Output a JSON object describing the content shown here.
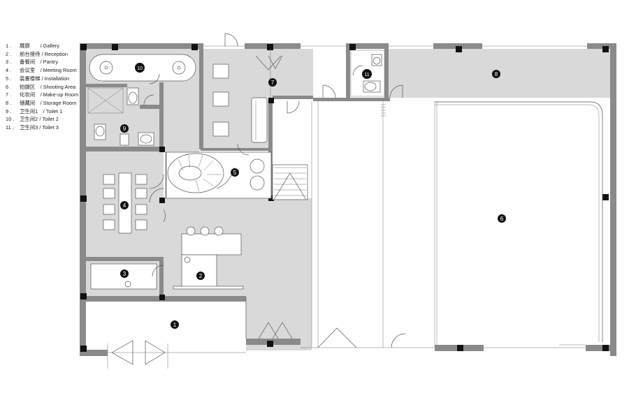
{
  "legend": [
    {
      "num": "1 .",
      "text": "展廊　　/ Gallery"
    },
    {
      "num": "2 .",
      "text": "前台接待 / Reception"
    },
    {
      "num": "3 .",
      "text": "备餐间　/ Pantry"
    },
    {
      "num": "4 .",
      "text": "会议室　/ Meeting Room"
    },
    {
      "num": "5 .",
      "text": "装置楼梯 / Installation"
    },
    {
      "num": "6 .",
      "text": "拍摄区　/ Shooting Area"
    },
    {
      "num": "7 .",
      "text": "化妆间　/ Make-up Room"
    },
    {
      "num": "8 .",
      "text": "储藏间　/ Storage Room"
    },
    {
      "num": "9 .",
      "text": "卫生间1　/ Toilet 1"
    },
    {
      "num": "10 .",
      "text": "卫生间2 / Toilet 2"
    },
    {
      "num": "11 .",
      "text": "卫生间3 / Toilet 3"
    }
  ],
  "markers": [
    "1",
    "2",
    "3",
    "4",
    "5",
    "6",
    "7",
    "8",
    "9",
    "10",
    "11"
  ],
  "colors": {
    "wall": "#8a8a8a",
    "floor": "#d9d9d9",
    "column": "#111111",
    "background": "#ffffff"
  }
}
